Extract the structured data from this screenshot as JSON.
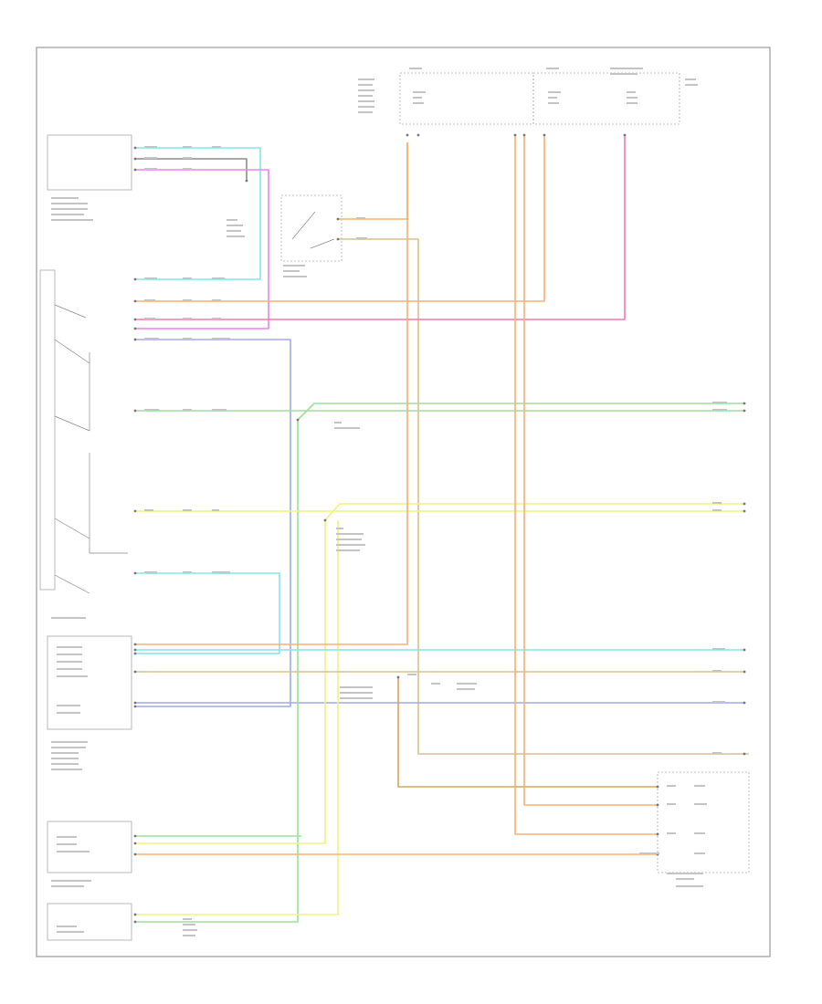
{
  "title": "",
  "footer_label": "",
  "colors": {
    "lt_blu": "#7fe8ec",
    "blk": "#8c8c8c",
    "ppl": "#f080f0",
    "org": "#f9b070",
    "pnk": "#f27aa8",
    "dk_blu": "#a0a8e8",
    "dk_grn": "#9be09b",
    "yel": "#f2f27a",
    "tan": "#d6c090",
    "brn": "#d0a860",
    "frame": "#9a9a9a"
  },
  "components": [
    {
      "id": "upper-left-module",
      "label": ""
    },
    {
      "id": "multifunction-switch",
      "label": ""
    },
    {
      "id": "brake-switch",
      "label": ""
    },
    {
      "id": "fuse-block-left",
      "label": ""
    },
    {
      "id": "fuse-block-right",
      "label": ""
    },
    {
      "id": "lower-left-module-1",
      "label": ""
    },
    {
      "id": "lower-left-module-2",
      "label": ""
    },
    {
      "id": "lower-left-module-3",
      "label": ""
    },
    {
      "id": "right-lamp-assembly",
      "label": ""
    }
  ]
}
